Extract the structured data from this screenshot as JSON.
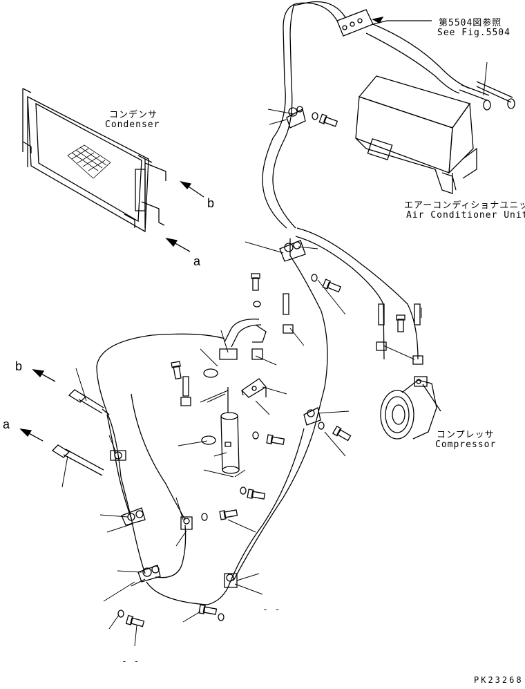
{
  "labels": {
    "fig_ref_jp": "第5504図参照",
    "fig_ref_en": "See Fig.5504",
    "condenser_jp": "コンデンサ",
    "condenser_en": "Condenser",
    "ac_unit_jp": "エアーコンディショナユニット",
    "ac_unit_en": "Air Conditioner Unit",
    "compressor_jp": "コンプレッサ",
    "compressor_en": "Compressor",
    "mark_a": "a",
    "mark_b": "b",
    "dash_mark": "- -",
    "figure_code": "PK23268"
  }
}
